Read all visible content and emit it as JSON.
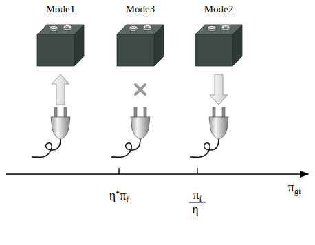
{
  "diagram": {
    "nodes": [
      {
        "text": [
          "Mode1"
        ]
      },
      {
        "text": [
          "Mode3"
        ]
      },
      {
        "text": [
          "Mode2"
        ]
      }
    ],
    "labels": [
      "η⁺πf",
      "πf η⁻",
      "πgi"
    ]
  }
}
